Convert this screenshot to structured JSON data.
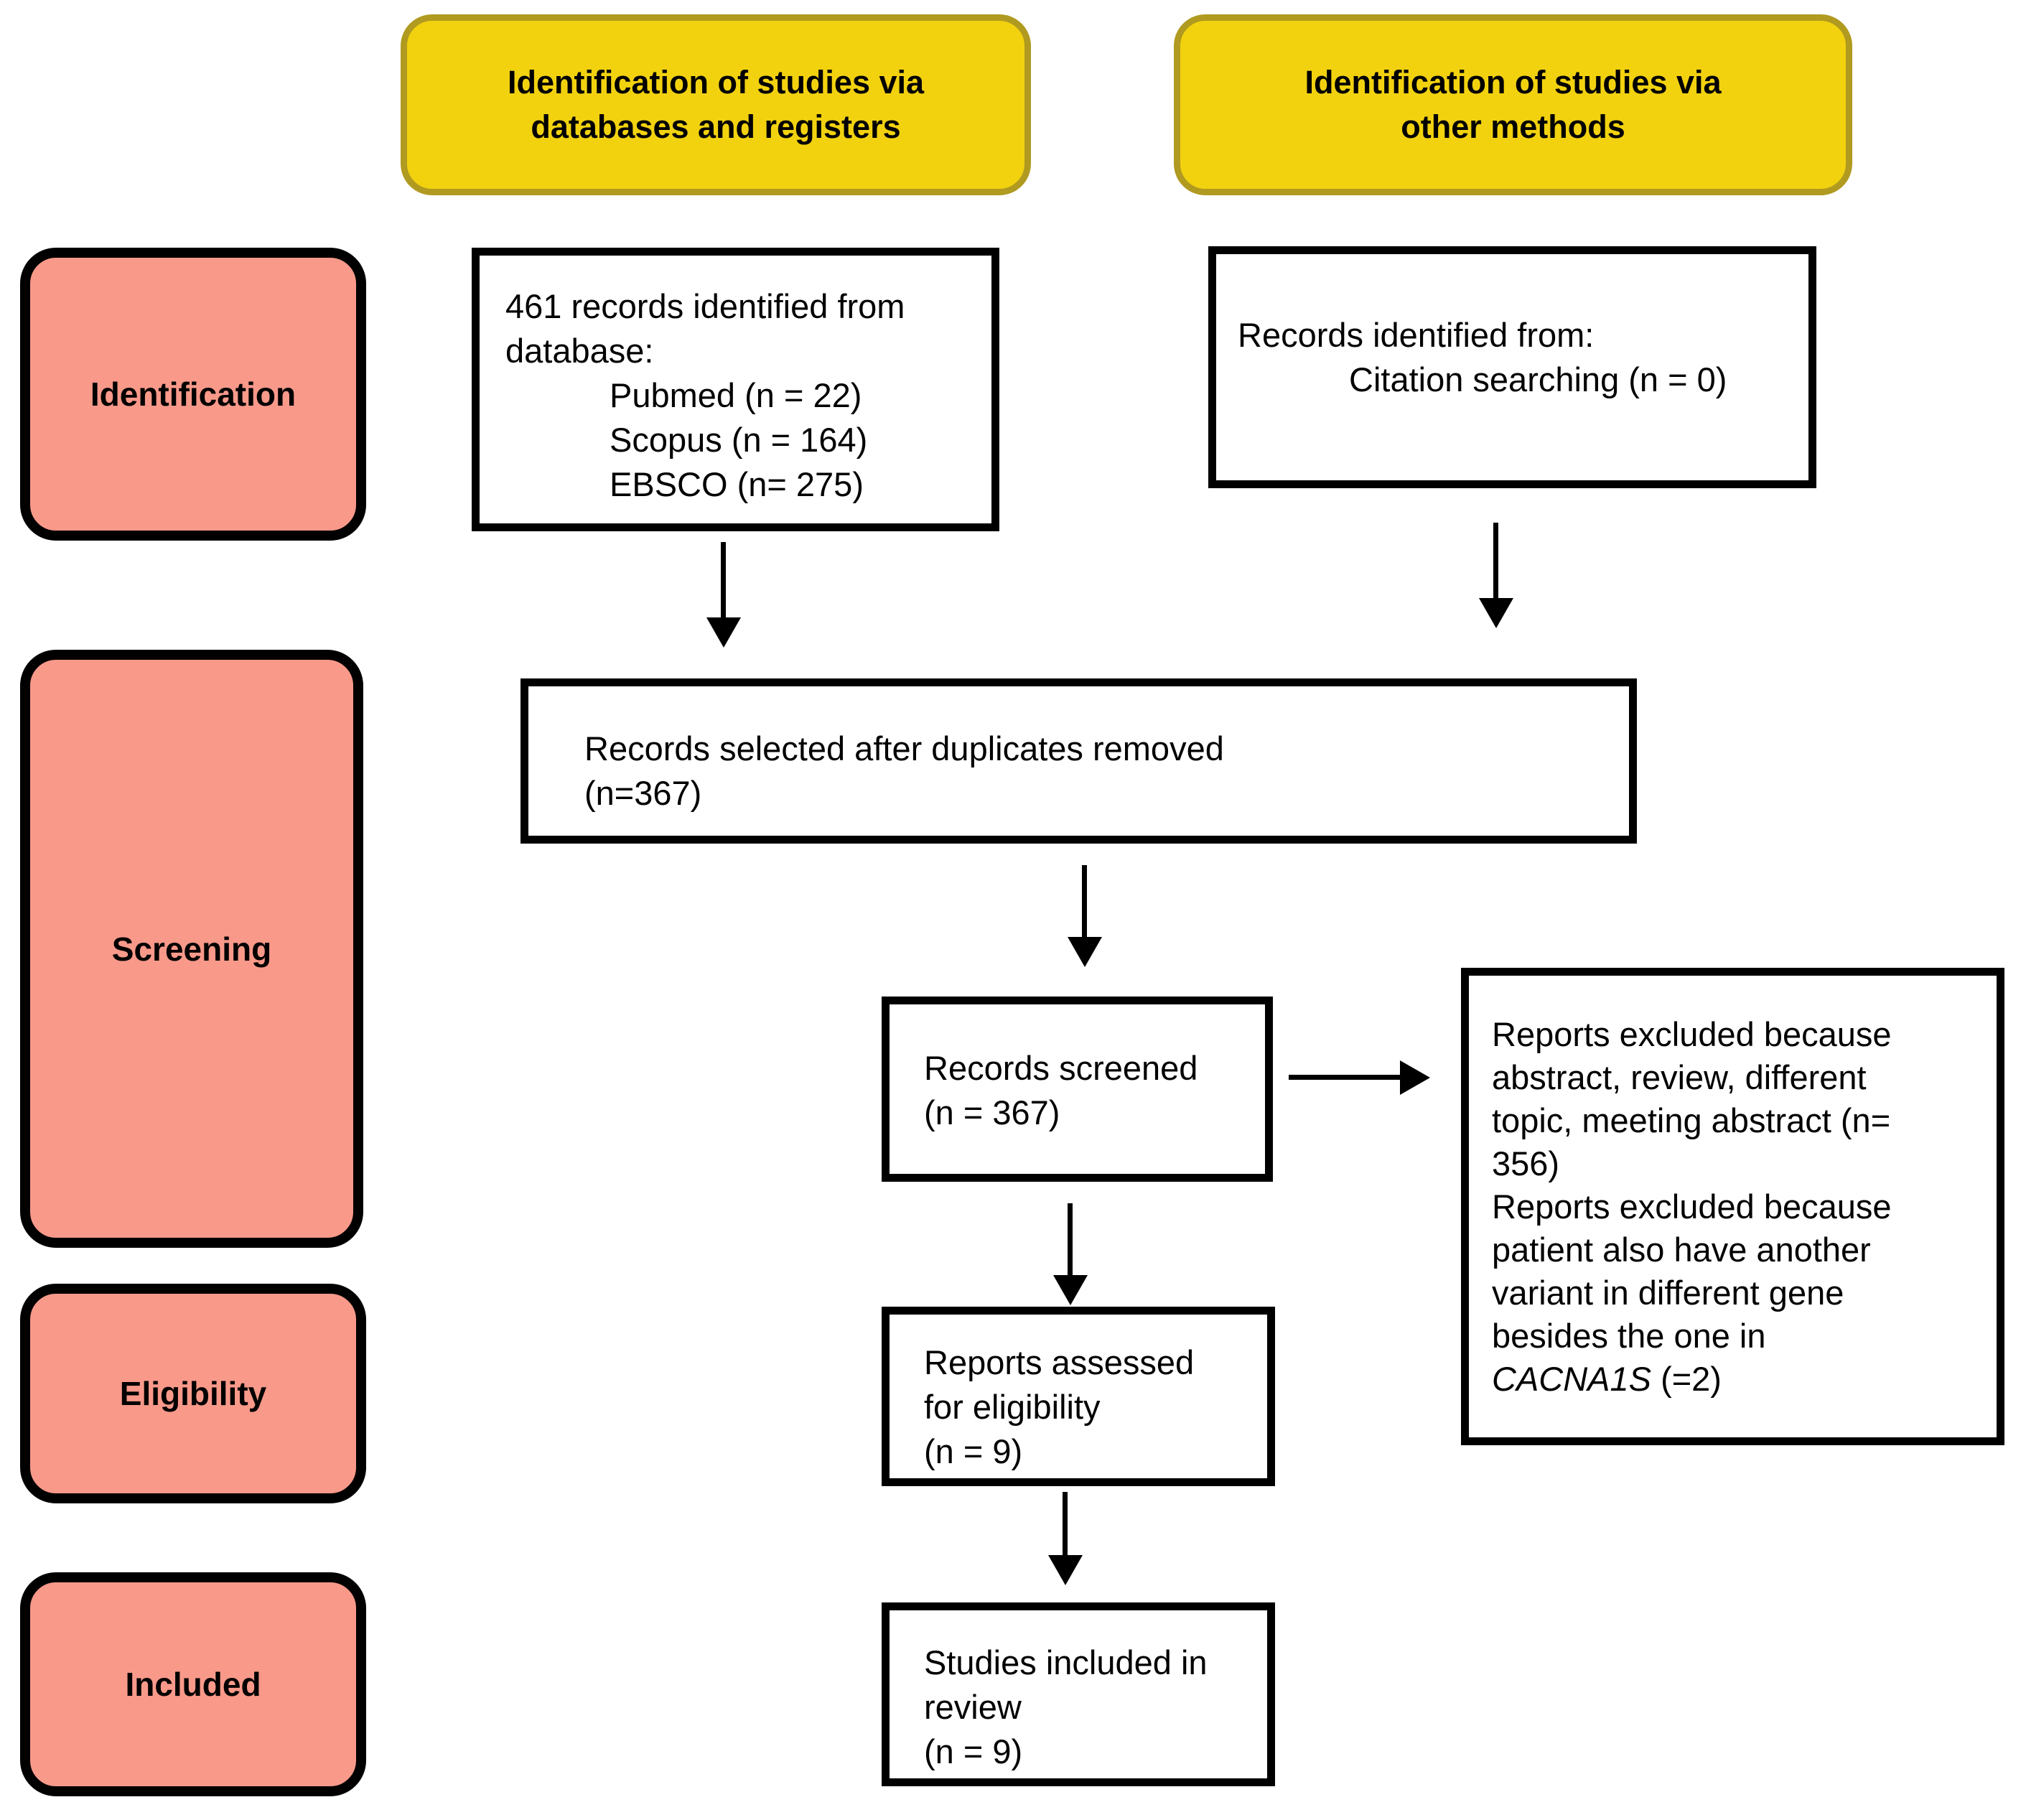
{
  "headers": {
    "databases": {
      "line1": "Identification of studies via",
      "line2": "databases and registers"
    },
    "other": {
      "line1": "Identification of studies via",
      "line2": "other methods"
    }
  },
  "stages": {
    "identification": "Identification",
    "screening": "Screening",
    "eligibility": "Eligibility",
    "included": "Included"
  },
  "boxes": {
    "records_identified_db": {
      "line1": "461 records identified from",
      "line2": "database:",
      "sources": [
        "Pubmed (n = 22)",
        "Scopus (n = 164)",
        "EBSCO (n= 275)"
      ]
    },
    "records_identified_other": {
      "line1": "Records identified from:",
      "sources": [
        "Citation searching (n = 0)"
      ]
    },
    "duplicates_removed": {
      "line1": "Records selected after duplicates removed",
      "line2": "(n=367)"
    },
    "records_screened": {
      "line1": "Records screened",
      "line2": "(n = 367)"
    },
    "reports_excluded": {
      "lines": [
        "Reports excluded because",
        "abstract, review, different",
        "topic, meeting abstract (n=",
        "356)",
        "Reports excluded because",
        "patient also have another",
        "variant in different gene",
        "besides the one in"
      ],
      "gene": "CACNA1S",
      "gene_suffix": " (=2)"
    },
    "reports_assessed": {
      "line1": "Reports assessed",
      "line2": "for eligibility",
      "line3": "(n = 9)"
    },
    "studies_included": {
      "line1": "Studies included in",
      "line2": "review",
      "line3": "(n = 9)"
    }
  },
  "colors": {
    "header_fill": "#F2D20F",
    "header_border": "#B09A20",
    "stage_fill": "#F9998A",
    "stage_border": "#000000",
    "box_fill": "#FFFFFF",
    "box_border": "#000000",
    "arrow": "#000000"
  }
}
